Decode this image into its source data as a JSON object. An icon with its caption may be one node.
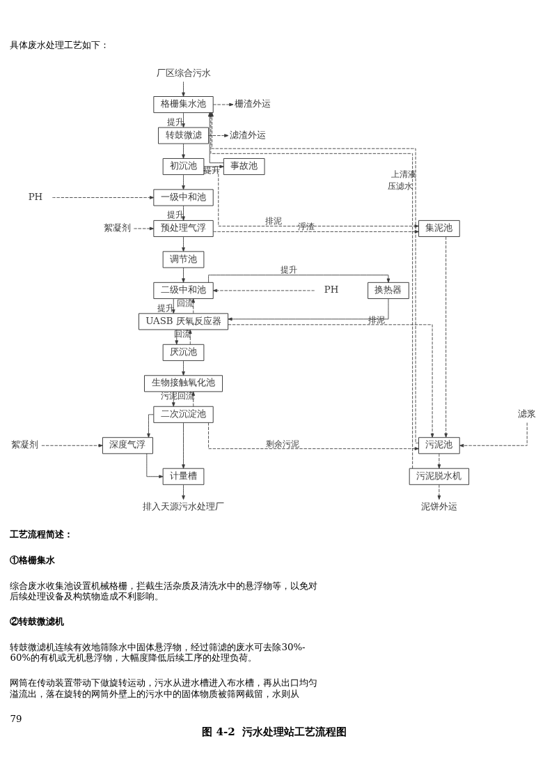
{
  "diagram": {
    "caption": "图 4-2  污水处理站工艺流程图",
    "nodes": [
      {
        "text": [
          "厂区综合污水"
        ]
      },
      {
        "text": [
          "格栅集水池"
        ]
      },
      {
        "text": [
          "栅渣外运"
        ]
      },
      {
        "text": [
          "转鼓微滤"
        ]
      },
      {
        "text": [
          "滤渣外运"
        ]
      },
      {
        "text": [
          "事故池"
        ]
      },
      {
        "text": [
          "初沉池"
        ]
      },
      {
        "text": [
          "PH"
        ]
      },
      {
        "text": [
          "一级中和池"
        ]
      },
      {
        "text": [
          "絮凝剂"
        ]
      },
      {
        "text": [
          "预处理气浮"
        ]
      },
      {
        "text": [
          "集泥池"
        ]
      },
      {
        "text": [
          "调节池"
        ]
      },
      {
        "text": [
          "换热器"
        ]
      },
      {
        "text": [
          "二级中和池"
        ]
      },
      {
        "text": [
          "PH"
        ]
      },
      {
        "text": [
          "UASB 厌氧反应器"
        ]
      },
      {
        "text": [
          "厌沉池"
        ]
      },
      {
        "text": [
          "生物接触氧化池"
        ]
      },
      {
        "text": [
          "二次沉淀池"
        ]
      },
      {
        "text": [
          "污泥池"
        ]
      },
      {
        "text": [
          "滤浆"
        ]
      },
      {
        "text": [
          "絮凝剂"
        ]
      },
      {
        "text": [
          "深度气浮"
        ]
      },
      {
        "text": [
          "计量槽"
        ]
      },
      {
        "text": [
          "污泥脱水机"
        ]
      },
      {
        "text": [
          "排入天源污水处理厂"
        ]
      },
      {
        "text": [
          "泥饼外运"
        ]
      }
    ],
    "edges": [
      {
        "from": 0,
        "to": 1,
        "arrow": "to"
      },
      {
        "from": 1,
        "to": 2,
        "arrow": "to",
        "style": "dashed"
      },
      {
        "from": 1,
        "to": 3,
        "arrow": "to",
        "label": "提升"
      },
      {
        "from": 3,
        "to": 4,
        "arrow": "to",
        "style": "dashed"
      },
      {
        "from": 3,
        "to": 6,
        "arrow": "to"
      },
      {
        "from": 6,
        "to": 5,
        "arrow": "to",
        "label": "提升"
      },
      {
        "from": 5,
        "to": 1,
        "arrow": "to"
      },
      {
        "from": 6,
        "to": 11,
        "arrow": "to",
        "style": "dashed",
        "label": "排泥"
      },
      {
        "from": 6,
        "to": 8,
        "arrow": "to"
      },
      {
        "from": 7,
        "to": 8,
        "arrow": "to",
        "style": "dashed"
      },
      {
        "from": 8,
        "to": 10,
        "arrow": "to",
        "label": "提升"
      },
      {
        "from": 9,
        "to": 10,
        "arrow": "to",
        "style": "dashed"
      },
      {
        "from": 10,
        "to": 11,
        "arrow": "to",
        "style": "dashed",
        "label": "浮渣"
      },
      {
        "from": 10,
        "to": 12,
        "arrow": "to"
      },
      {
        "from": 12,
        "to": 14,
        "arrow": "to"
      },
      {
        "from": 15,
        "to": 14,
        "arrow": "to",
        "style": "dashed"
      },
      {
        "from": 14,
        "to": 13,
        "arrow": "to",
        "label": "提升"
      },
      {
        "from": 13,
        "to": 16,
        "arrow": "to"
      },
      {
        "from": 14,
        "to": 16,
        "arrow": "to",
        "label": "提升"
      },
      {
        "from": 16,
        "to": 20,
        "arrow": "to",
        "style": "dashed",
        "label": "排泥"
      },
      {
        "from": 16,
        "to": 14,
        "arrow": "to",
        "style": "dashed",
        "label": "回流"
      },
      {
        "from": 16,
        "to": 17,
        "arrow": "to"
      },
      {
        "from": 17,
        "to": 16,
        "arrow": "to",
        "style": "dashed",
        "label": "回流"
      },
      {
        "from": 17,
        "to": 18,
        "arrow": "to"
      },
      {
        "from": 18,
        "to": 19,
        "arrow": "to"
      },
      {
        "from": 19,
        "to": 18,
        "arrow": "to",
        "style": "dashed",
        "label": "污泥回流"
      },
      {
        "from": 19,
        "to": 20,
        "arrow": "to",
        "style": "dashed",
        "label": "剩余污泥"
      },
      {
        "from": 21,
        "to": 20,
        "arrow": "to",
        "style": "dashed"
      },
      {
        "from": 11,
        "to": 20,
        "arrow": "to",
        "style": "dashed"
      },
      {
        "from": 19,
        "to": 24,
        "arrow": "to"
      },
      {
        "from": 19,
        "to": 23,
        "arrow": "to"
      },
      {
        "from": 22,
        "to": 23,
        "arrow": "to",
        "style": "dashed"
      },
      {
        "from": 23,
        "to": 24,
        "arrow": "to"
      },
      {
        "from": 24,
        "to": 26,
        "arrow": "to"
      },
      {
        "from": 20,
        "to": 25,
        "arrow": "to",
        "style": "dashed"
      },
      {
        "from": 25,
        "to": 27,
        "arrow": "to",
        "style": "dashed"
      },
      {
        "from": 20,
        "to": 1,
        "arrow": "to",
        "style": "dashed",
        "label": "上清液"
      },
      {
        "from": 25,
        "to": 1,
        "arrow": "to",
        "style": "dashed",
        "label": "压滤水"
      }
    ],
    "labels": [
      "具体废水处理工艺如下：",
      "工艺流程简述：",
      "①格栅集水",
      "综合废水收集池设置机械格栅，拦截生活杂质及清洗水中的悬浮物等，以免对后续处理设备及构筑物造成不利影响。",
      "②转鼓微滤机",
      "转鼓微滤机连续有效地筛除水中固体悬浮物，经过筛滤的废水可去除30%-60%的有机或无机悬浮物，大幅度降低后续工序的处理负荷。",
      "网筒在传动装置带动下做旋转运动，污水从进水槽进入布水槽，再从出口均匀溢流出，落在旋转的网筒外壁上的污水中的固体物质被筛网截留，水则从",
      "79"
    ]
  }
}
